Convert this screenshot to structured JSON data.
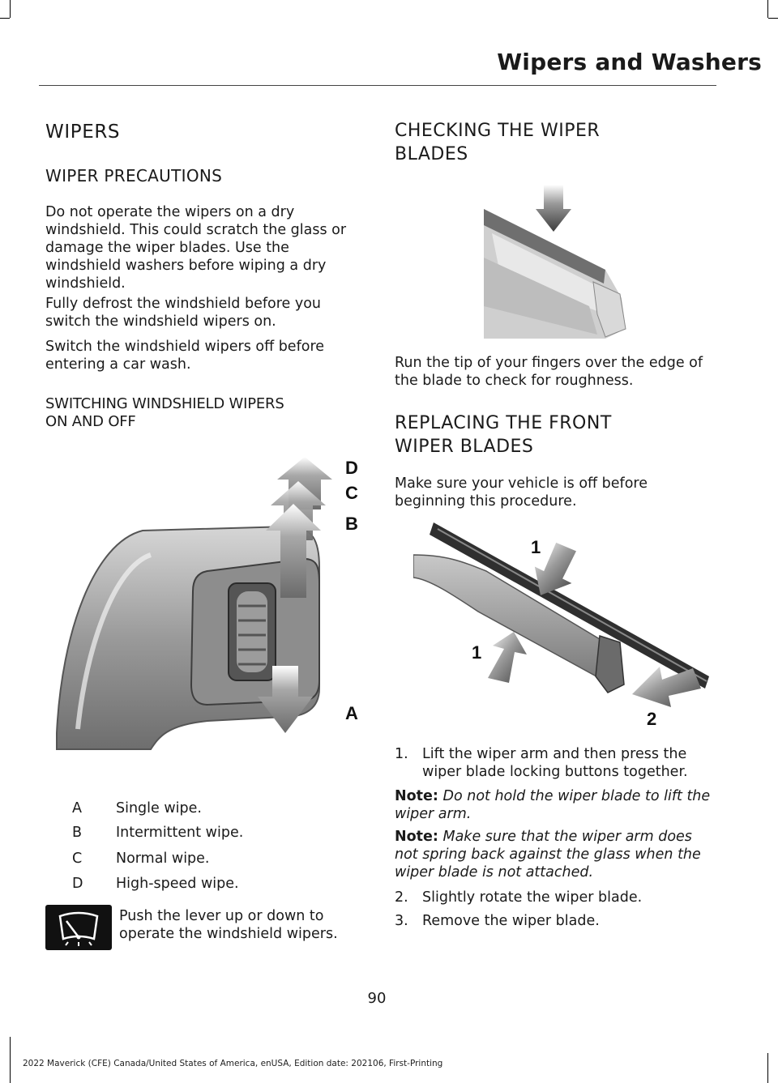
{
  "header": {
    "title": "Wipers and Washers"
  },
  "left": {
    "section_title": "WIPERS",
    "precautions": {
      "title": "WIPER PRECAUTIONS",
      "p1": "Do not operate the wipers on a dry windshield. This could scratch the glass or damage the wiper blades. Use the windshield washers before wiping a dry windshield.",
      "p2": "Fully defrost the windshield before you switch the windshield wipers on.",
      "p3": "Switch the windshield wipers off before entering a car wash."
    },
    "switching": {
      "title_line1": "SWITCHING WINDSHIELD WIPERS",
      "title_line2": "ON AND OFF",
      "callouts": {
        "a": "A",
        "b": "B",
        "c": "C",
        "d": "D"
      },
      "legend": [
        {
          "key": "A",
          "text": "Single wipe."
        },
        {
          "key": "B",
          "text": "Intermittent wipe."
        },
        {
          "key": "C",
          "text": "Normal wipe."
        },
        {
          "key": "D",
          "text": "High-speed wipe."
        }
      ],
      "icon_note_line1": "Push the lever up or down to",
      "icon_note_line2": "operate the windshield wipers."
    }
  },
  "right": {
    "checking": {
      "title_line1": "CHECKING THE WIPER",
      "title_line2": "BLADES",
      "text": "Run the tip of your fingers over the edge of the blade to check for roughness."
    },
    "replacing": {
      "title_line1": "REPLACING THE FRONT",
      "title_line2": "WIPER BLADES",
      "intro": "Make sure your vehicle is off before beginning this procedure.",
      "callouts": {
        "one_top": "1",
        "one_bottom": "1",
        "two": "2"
      },
      "step1_num": "1.",
      "step1_text": "Lift the wiper arm and then press the wiper blade locking buttons together.",
      "note1_label": "Note:",
      "note1_text": "Do not hold the wiper blade to lift the wiper arm.",
      "note2_label": "Note:",
      "note2_text": "Make sure that the wiper arm does not spring back against the glass when the wiper blade is not attached.",
      "step2_num": "2.",
      "step2_text": "Slightly rotate the wiper blade.",
      "step3_num": "3.",
      "step3_text": "Remove the wiper blade."
    }
  },
  "footer": {
    "page_number": "90",
    "edition_line": "2022 Maverick (CFE) Canada/United States of America, enUSA, Edition date: 202106, First-Printing"
  }
}
